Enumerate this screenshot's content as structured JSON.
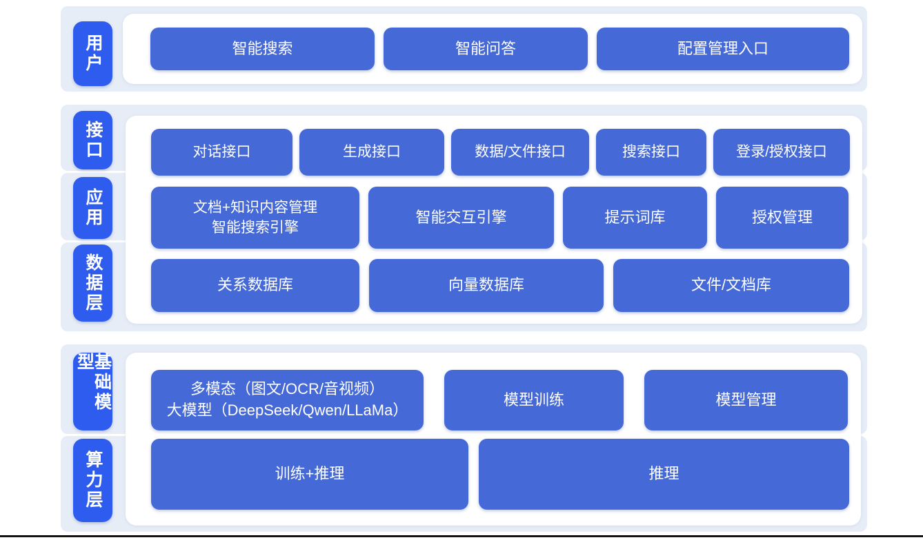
{
  "colors": {
    "page_bg": "#ffffff",
    "band_bg": "#e7edf7",
    "panel_bg": "#ffffff",
    "label_blue": "#2e5cee",
    "box_blue": "#4569d6",
    "text_white": "#ffffff",
    "bottom_line": "#121212"
  },
  "sections": [
    {
      "name": "user-layer",
      "labels": [
        {
          "text": "用户"
        }
      ],
      "rows": [
        {
          "boxes": [
            {
              "label": "智能搜索"
            },
            {
              "label": "智能问答"
            },
            {
              "label": "配置管理入口"
            }
          ]
        }
      ]
    },
    {
      "name": "interface-application-data-layers",
      "labels": [
        {
          "text": "接口"
        },
        {
          "text": "应用"
        },
        {
          "text": "数据层"
        }
      ],
      "rows": [
        {
          "boxes": [
            {
              "label": "对话接口"
            },
            {
              "label": "生成接口"
            },
            {
              "label": "数据/文件接口"
            },
            {
              "label": "搜索接口"
            },
            {
              "label": "登录/授权接口"
            }
          ]
        },
        {
          "boxes": [
            {
              "label": "文档+知识内容管理\n智能搜索引擎"
            },
            {
              "label": "智能交互引擎"
            },
            {
              "label": "提示词库"
            },
            {
              "label": "授权管理"
            }
          ]
        },
        {
          "boxes": [
            {
              "label": "关系数据库"
            },
            {
              "label": "向量数据库"
            },
            {
              "label": "文件/文档库"
            }
          ]
        }
      ]
    },
    {
      "name": "foundation-model-compute-layers",
      "labels": [
        {
          "text": "基础模型"
        },
        {
          "text": "算力层"
        }
      ],
      "rows": [
        {
          "boxes": [
            {
              "label": "多模态（图文/OCR/音视频）\n大模型（DeepSeek/Qwen/LLaMa）"
            },
            {
              "label": "模型训练"
            },
            {
              "label": "模型管理"
            }
          ]
        },
        {
          "boxes": [
            {
              "label": "训练+推理"
            },
            {
              "label": "推理"
            }
          ]
        }
      ]
    }
  ]
}
